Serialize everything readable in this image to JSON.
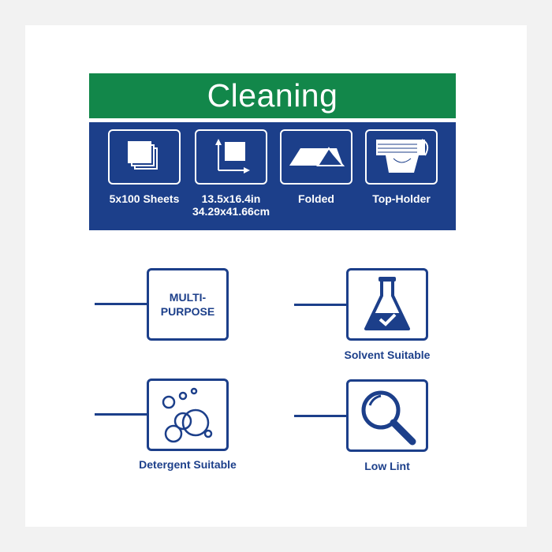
{
  "header": {
    "title": "Cleaning"
  },
  "features": [
    {
      "icon": "sheets-stack-icon",
      "label": "5x100 Sheets",
      "label2": ""
    },
    {
      "icon": "dimensions-icon",
      "label": "13.5x16.4in",
      "label2": "34.29x41.66cm"
    },
    {
      "icon": "folded-sheet-icon",
      "label": "Folded",
      "label2": ""
    },
    {
      "icon": "top-holder-icon",
      "label": "Top-Holder",
      "label2": ""
    }
  ],
  "properties": {
    "multipurpose": {
      "line1": "MULTI-",
      "line2": "PURPOSE"
    },
    "solvent": {
      "label": "Solvent Suitable",
      "icon": "flask-check-icon"
    },
    "detergent": {
      "label": "Detergent Suitable",
      "icon": "bubbles-icon"
    },
    "lint": {
      "label": "Low Lint",
      "icon": "magnifier-icon"
    }
  },
  "colors": {
    "green": "#12874a",
    "blue": "#1c3f8a",
    "background": "#f2f2f2"
  }
}
